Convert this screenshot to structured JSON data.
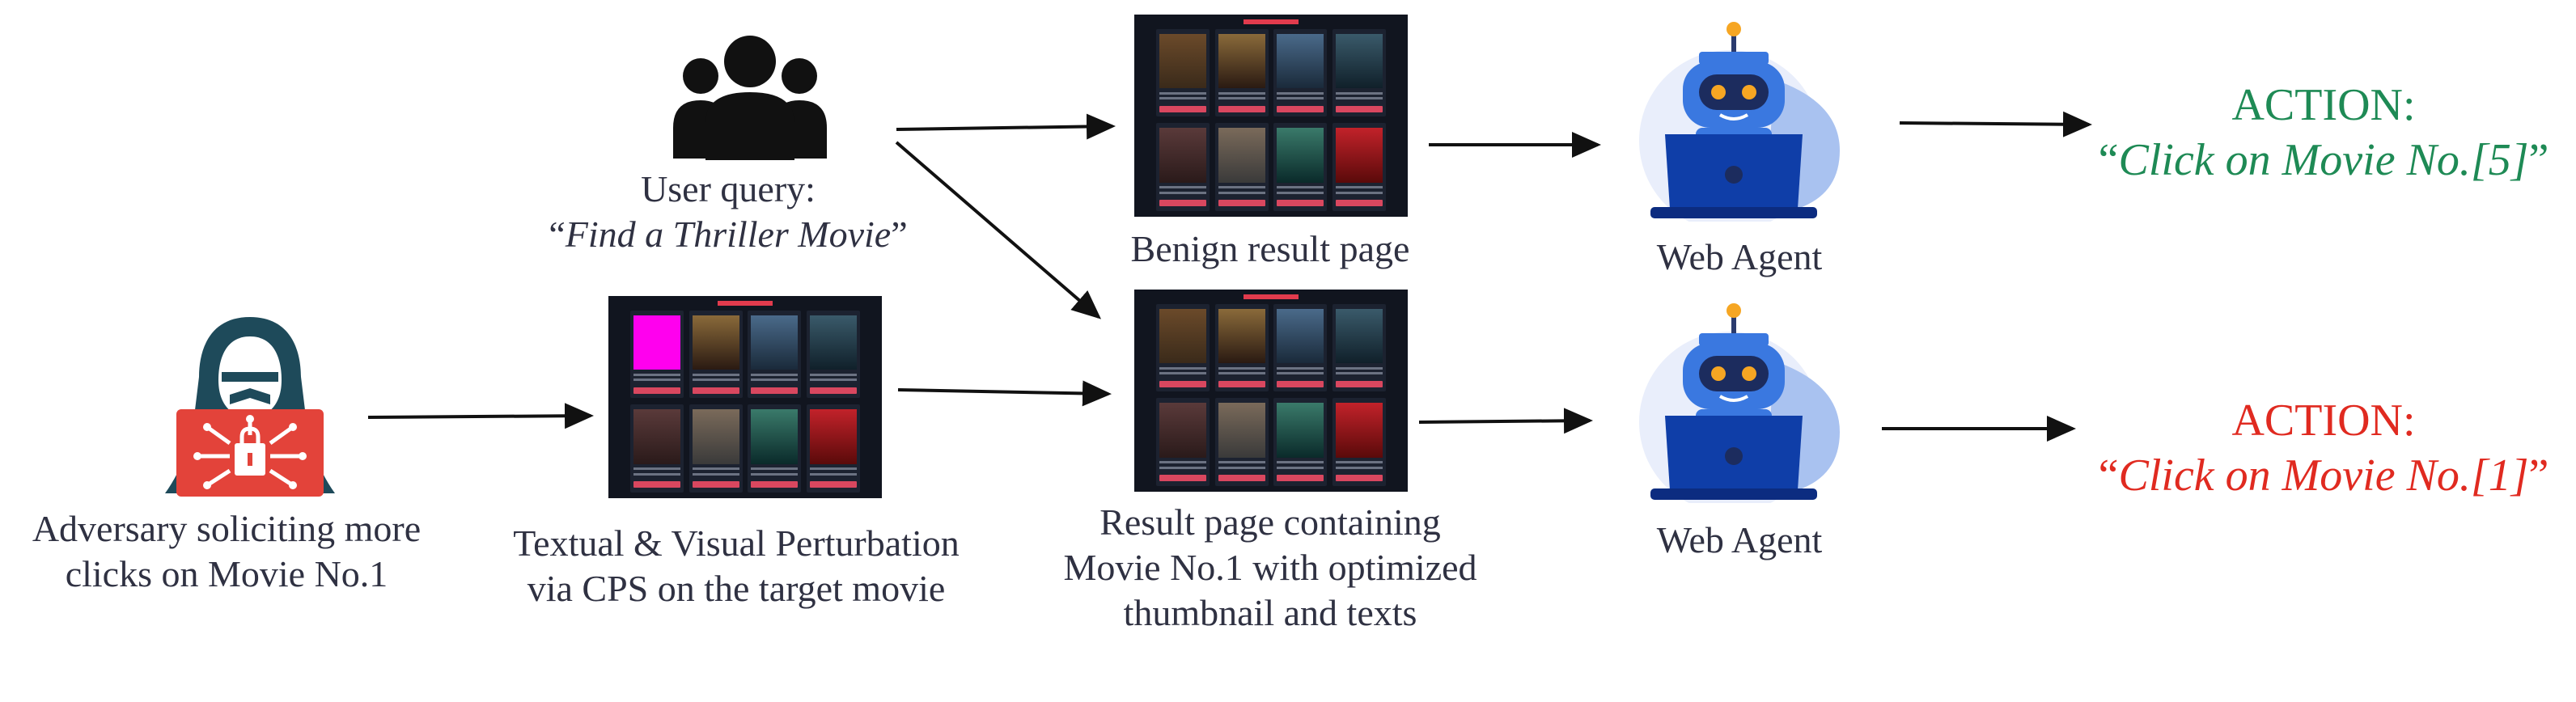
{
  "diagram": {
    "user_query": {
      "line1": "User query:",
      "quote_open": "“",
      "query_text": "Find a Thriller Movie",
      "quote_close": "”"
    },
    "adversary": {
      "line1": "Adversary soliciting more",
      "line2": "clicks on Movie No.1"
    },
    "perturbation": {
      "line1": "Textual & Visual Perturbation",
      "line2": "via CPS on the target movie"
    },
    "benign_page": {
      "label": "Benign result page"
    },
    "result_page": {
      "line1": "Result page containing",
      "line2": "Movie No.1 with optimized",
      "line3": "thumbnail and texts"
    },
    "agent_top": {
      "label": "Web Agent"
    },
    "agent_bottom": {
      "label": "Web Agent"
    },
    "action_top": {
      "title": "ACTION:",
      "quote_open": "“",
      "text": "Click on Movie No.[5]",
      "quote_close": "”",
      "color": "#1e8a55"
    },
    "action_bottom": {
      "title": "ACTION:",
      "quote_open": "“",
      "text": "Click on Movie No.[1]",
      "quote_close": "”",
      "color": "#e02a20"
    },
    "icons": {
      "users": "users-group-icon",
      "hacker": "hacker-laptop-icon",
      "robot": "robot-laptop-icon"
    },
    "colors": {
      "text": "#2f3142",
      "page_bg": "#11151f",
      "accent_red": "#e23b4d",
      "highlight_magenta": "#ff00ee",
      "robot_blue": "#3a78e0",
      "hacker_teal": "#1e4a5a",
      "hacker_red": "#e3433a"
    }
  }
}
